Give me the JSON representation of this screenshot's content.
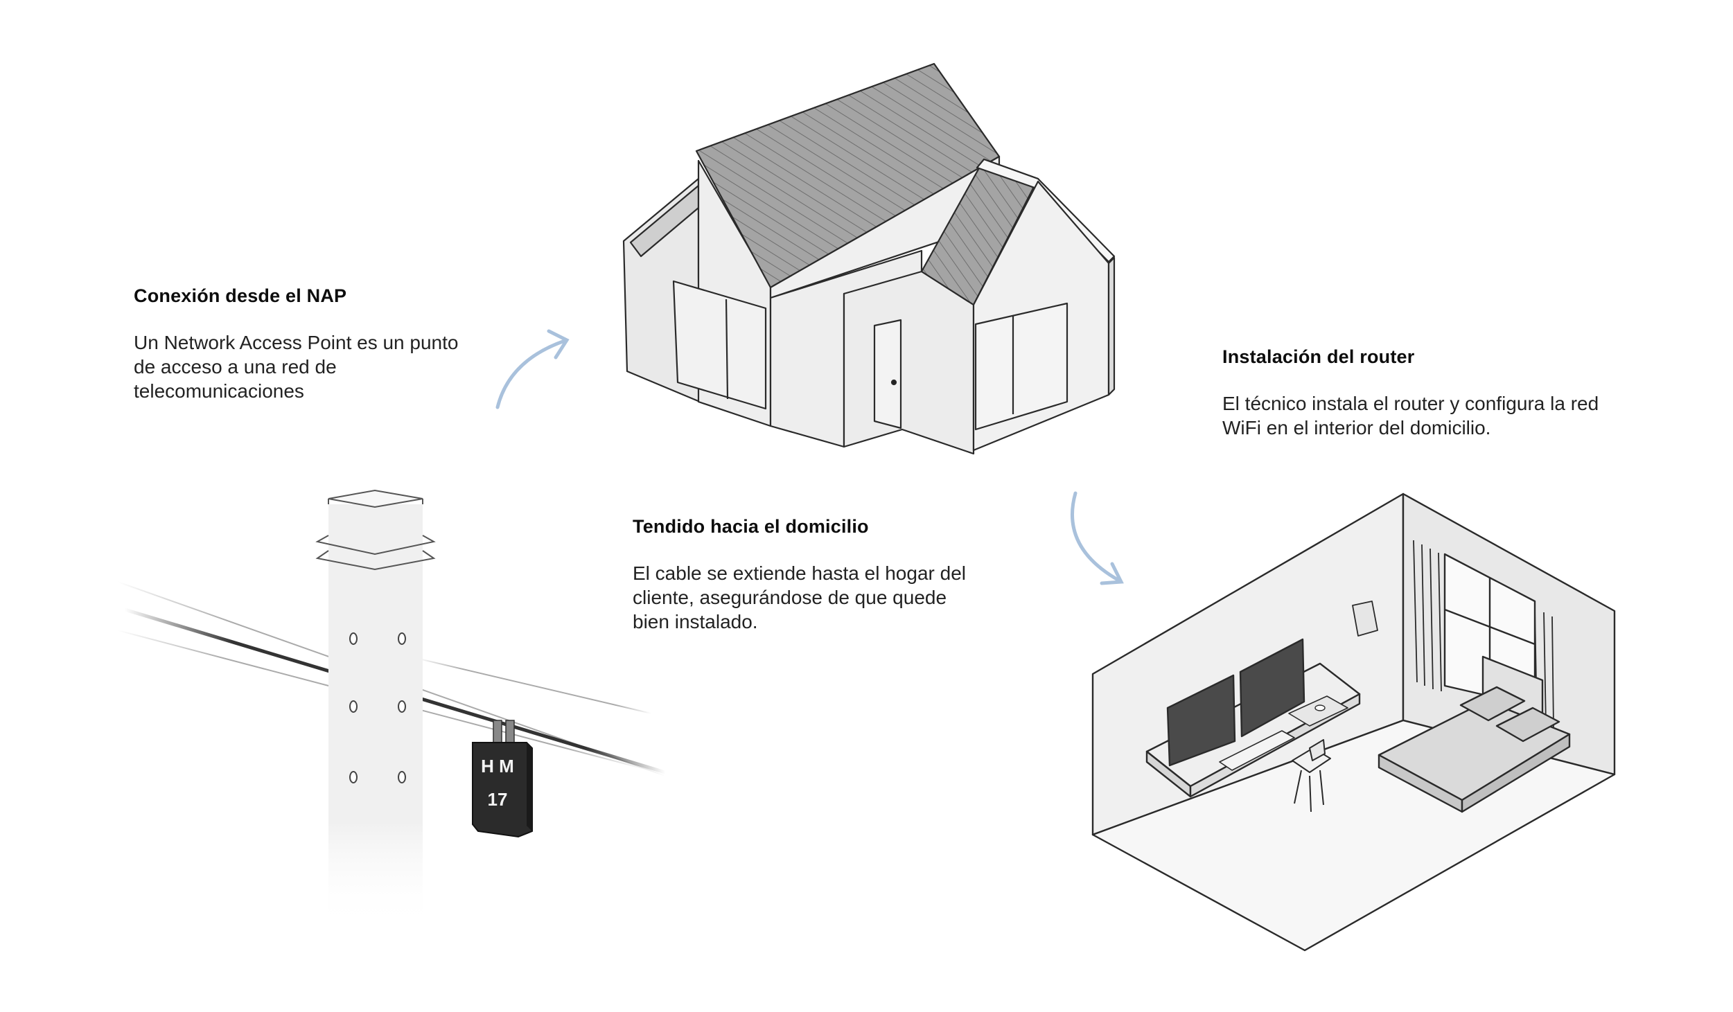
{
  "steps": {
    "nap": {
      "title": "Conexión desde el NAP",
      "body": "Un Network Access Point es un punto de acceso a una red de telecomunicaciones"
    },
    "cable": {
      "title": "Tendido hacia el domicilio",
      "body": "El cable se extiende hasta el hogar del cliente, asegurándose de que quede bien instalado."
    },
    "router": {
      "title": "Instalación del router",
      "body": "El técnico instala el router y configura la red WiFi en el interior del domicilio."
    }
  },
  "nap_box": {
    "line1": "H M",
    "line2": "17"
  },
  "colors": {
    "arrow": "#a9c1dc",
    "line": "#2a2a2a",
    "roof": "#9a9a9a",
    "wall": "#eeeeee",
    "floor": "#f3f3f3",
    "monitor": "#4a4a4a",
    "nap_box": "#2b2b2b"
  }
}
